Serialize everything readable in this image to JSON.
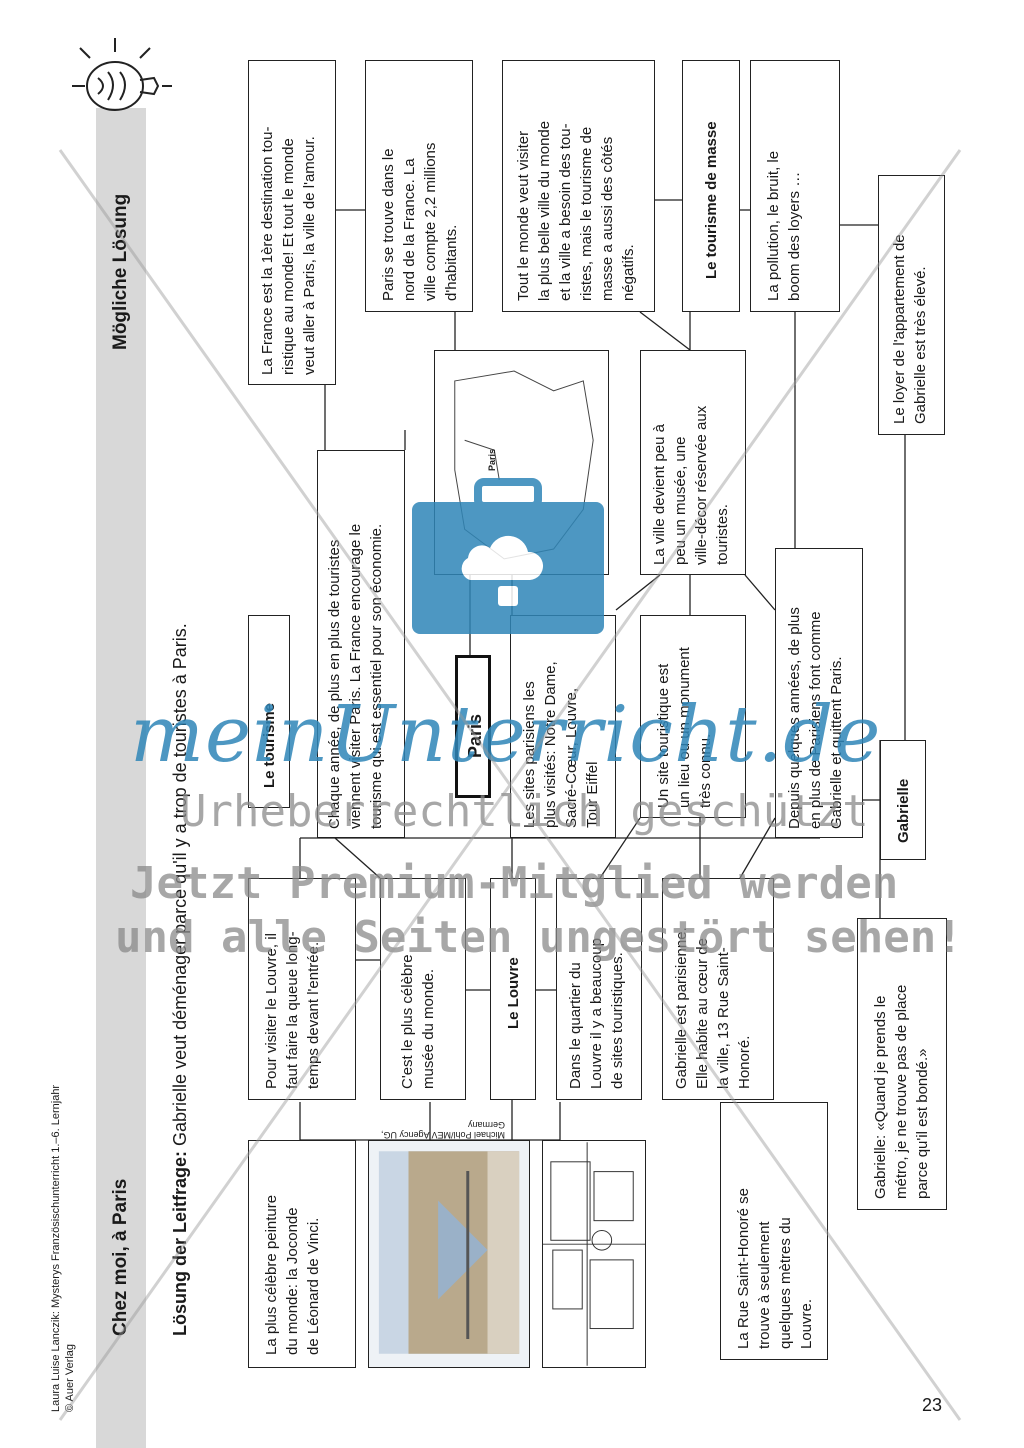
{
  "header": {
    "credit_line1": "Laura Luise Lanczik: Mysterys Französischunterricht 1.–6. Lernjahr",
    "credit_line2": "© Auer Verlag",
    "title_left": "Chez moi, à Paris",
    "title_right": "Mögliche Lösung"
  },
  "leitfrage": {
    "label": "Lösung der Leitfrage:",
    "text": "Gabrielle veut déménager parce qu'il y a trop de touristes à Paris."
  },
  "cards": {
    "joconde": "La plus célèbre peinture\ndu monde: la Joconde\nde Léonard de Vinci.",
    "rue_st_honore": "La Rue Saint-Honoré se\ntrouve à seulement\nquelques mètres du\nLouvre.",
    "gabrielle_quote": "Gabrielle: «Quand je prends le\nmétro, je ne trouve pas de place\nparce qu'il est bondé.»",
    "louvre_queue": "Pour visiter le Louvre, il\nfaut faire la queue long-\ntemps devant l'entrée.",
    "musee": "C'est le plus célèbre\nmusée du monde.",
    "le_louvre": "Le Louvre",
    "quartier": "Dans le quartier du\nLouvre il y a beaucoup\nde sites touristiques.",
    "parisienne": "Gabrielle est parisienne.\nElle habite au cœur de\nla ville, 13 Rue Saint-\nHonoré.",
    "le_tourisme": "Le tourisme",
    "chaque_annee": "Chaque année, de plus en plus de touristes\nviennent visiter Paris. La France encourage le\ntourisme qui est essentiel pour son économie.",
    "paris": "Paris",
    "sites": "Les sites parisiens les\nplus visités: Notre Dame,\nSacré-Cœur, Louvre,\nTour Eiffel",
    "site_touristique": "Un site touristique est\nun lieu ou un monument\ntrès connu.",
    "depuis": "Depuis quelques années, de plus\nen plus de Parisiens font comme\nGabrielle et quittent Paris.",
    "gabrielle": "Gabrielle",
    "france_destination": "La France est la 1ère destination tou-\nristique au monde! Et tout le monde\nveut aller à Paris, la ville de l'amour.",
    "paris_nord": "Paris se trouve dans le\nnord de la France. La\nville compte 2,2 millions\nd'habitants.",
    "plus_belle": "Tout le monde veut visiter\nla plus belle ville du monde\net la ville a besoin des tou-\nristes, mais le tourisme de\nmasse a aussi des côtés\nnégatifs.",
    "ville_musee": "La ville devient peu à\npeu un musée, une\nville-décor réservée aux\ntouristes.",
    "tourisme_masse": "Le tourisme de masse",
    "pollution": "La pollution, le bruit, le\nboom des loyers …",
    "loyer": "Le loyer de l'appartement de\nGabrielle est très élevé.",
    "map_label": "Paris"
  },
  "photo_credit": "Michael Pohl/MEV Agency UG,\nGermany",
  "page_number": "23",
  "watermark": {
    "logo": "meinUnterricht.de",
    "line1": "Urheberrechtlich geschützt",
    "line2": "Jetzt Premium-Mitglied werden",
    "line3": "und alle Seiten ungestört sehen!"
  },
  "colors": {
    "watermark_blue": "#2f86b8",
    "band": "#d8d8d8"
  }
}
